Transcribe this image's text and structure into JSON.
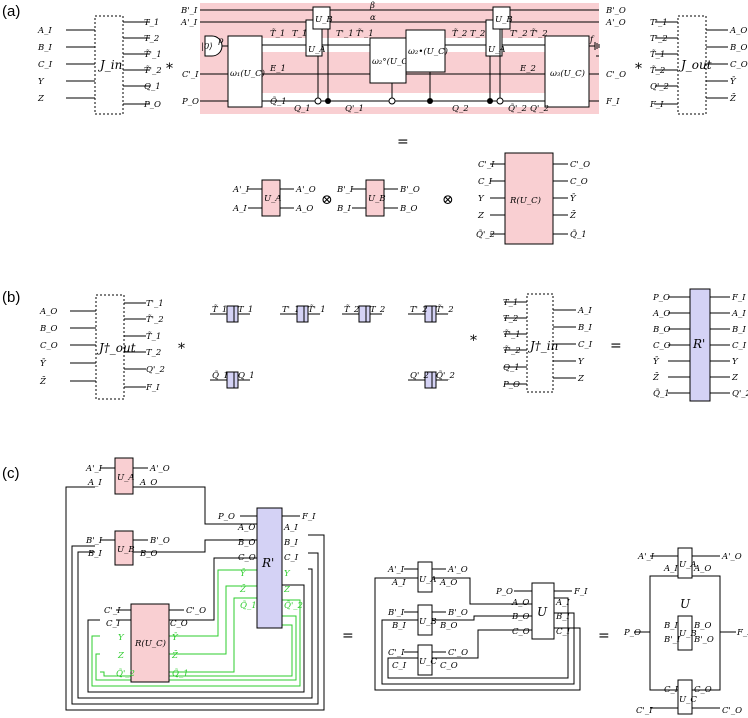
{
  "panels": {
    "a": "(a)",
    "b": "(b)",
    "c": "(c)"
  },
  "a": {
    "jin": "J_in",
    "jin_in": [
      "A_I",
      "B_I",
      "C_I",
      "Y",
      "Z"
    ],
    "jin_out": [
      "T_1",
      "T_2",
      "T̃'_1",
      "T̃'_2",
      "Q_1",
      "P_O"
    ],
    "jout": "J_out",
    "jout_in": [
      "T'_1",
      "T'_2",
      "T̃_1",
      "T̃_2",
      "Q'_2",
      "F_I"
    ],
    "jout_out": [
      "A_O",
      "B_O",
      "C_O",
      "Ȳ",
      "Z̄"
    ],
    "star": "*",
    "top_left": [
      "B'_I",
      "A'_I"
    ],
    "top_right": [
      "B'_O",
      "A'_O"
    ],
    "top_mid": [
      "β",
      "α"
    ],
    "ket": "|0⟩",
    "p": "p",
    "f": "f",
    "w1": "ω₁(U_C)",
    "w2o": "ω₂°(U_C)",
    "w2b": "ω₂•(U_C)",
    "w3": "ω₃(U_C)",
    "ua": "U_A",
    "ub": "U_B",
    "wire_labels": [
      "T̃_1",
      "T_1",
      "T'_1",
      "T̃'_1",
      "T̃_2",
      "T_2",
      "T'_2",
      "T̃'_2",
      "E_1",
      "E_2",
      "Q̃_1",
      "Q_1",
      "Q'_1",
      "Q_2",
      "Q̃'_2",
      "Q'_2"
    ],
    "left_in": [
      "C'_I",
      "P_O"
    ],
    "right_out": [
      "C'_O",
      "F_I"
    ],
    "equals": "=",
    "otimes": "⊗",
    "r_block": "R(U_C)",
    "r_in": [
      "C'_I",
      "C_I",
      "Y",
      "Z",
      "Q̃'_2"
    ],
    "r_out": [
      "C'_O",
      "C_O",
      "Ȳ",
      "Z̄",
      "Q̃_1"
    ],
    "ua_in": [
      "A'_I",
      "A_I"
    ],
    "ua_out": [
      "A'_O",
      "A_O"
    ],
    "ub_in": [
      "B'_I",
      "B_I"
    ],
    "ub_out": [
      "B'_O",
      "B_O"
    ]
  },
  "b": {
    "joutd": "J†_out",
    "joutd_in": [
      "A_O",
      "B_O",
      "C_O",
      "Ȳ",
      "Z̄"
    ],
    "joutd_out": [
      "T'_1",
      "T̃'_2",
      "T̃_1",
      "T_2",
      "Q'_2",
      "F_I"
    ],
    "id_pairs": [
      [
        "T̃_1",
        "T_1"
      ],
      [
        "T'_1",
        "T̃'_1"
      ],
      [
        "T̃_2",
        "T_2"
      ],
      [
        "T'_2",
        "T̃'_2"
      ],
      [
        "Q̃_1",
        "Q_1"
      ],
      [
        "Q'_2",
        "Q̃'_2"
      ]
    ],
    "jind": "J†_in",
    "jind_in": [
      "T_1",
      "T_2",
      "T̃'_1",
      "T̃'_2",
      "Q_1",
      "P_O"
    ],
    "jind_out": [
      "A_I",
      "B_I",
      "C_I",
      "Y",
      "Z"
    ],
    "rp": "R'",
    "rp_in": [
      "P_O",
      "A_O",
      "B_O",
      "C_O",
      "Ȳ",
      "Z̄",
      "Q̃_1"
    ],
    "rp_out": [
      "F_I",
      "A_I",
      "B_I",
      "C_I",
      "Y",
      "Z",
      "Q'_2"
    ]
  },
  "c": {
    "ua": "U_A",
    "ub": "U_B",
    "uc": "U_C",
    "rc": "R(U_C)",
    "rp": "R'",
    "u": "U",
    "labels": {
      "ai_p": "A'_I",
      "ao_p": "A'_O",
      "ai": "A_I",
      "ao": "A_O",
      "bi_p": "B'_I",
      "bo_p": "B'_O",
      "bi": "B_I",
      "bo": "B_O",
      "ci_p": "C'_I",
      "co_p": "C'_O",
      "ci": "C_I",
      "co": "C_O",
      "po": "P_O",
      "fi": "F_I"
    },
    "green": [
      "Ȳ",
      "Y",
      "Z̄",
      "Z",
      "Q̃_1",
      "Q̃'_2"
    ]
  }
}
